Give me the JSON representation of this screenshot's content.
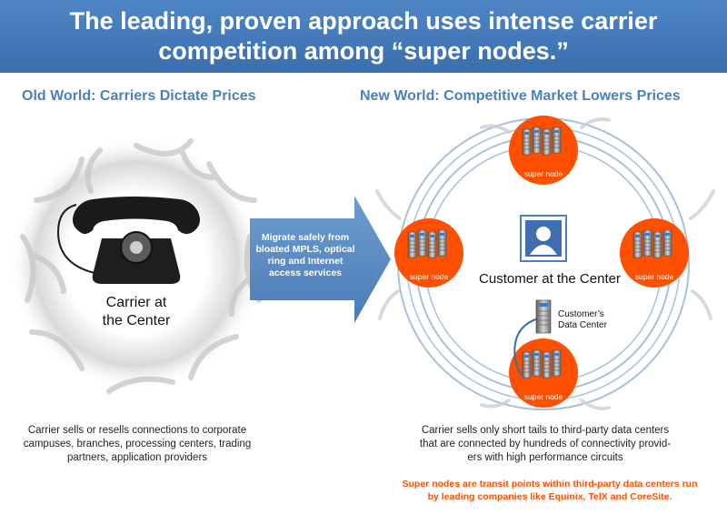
{
  "header": {
    "line1": "The leading, proven approach uses intense carrier",
    "line2": "competition among “super nodes.”"
  },
  "left": {
    "heading": "Old World: Carriers Dictate Prices",
    "center_line1": "Carrier at",
    "center_line2": "the Center",
    "caption": [
      "Carrier sells or resells connections to corporate",
      "campuses, branches, processing centers, trading",
      "partners, application providers"
    ]
  },
  "arrow": {
    "lines": [
      "Migrate safely from",
      "bloated MPLS, optical",
      "ring and Internet",
      "access services"
    ]
  },
  "right": {
    "heading": "New World: Competitive Market Lowers Prices",
    "center_label": "Customer at the Center",
    "datacenter_line1": "Customer’s",
    "datacenter_line2": "Data Center",
    "node_label": "super node",
    "caption": [
      "Carrier sells only short tails to third-party data centers",
      "that are connected by hundreds of connectivity provid-",
      "ers with high performance circuits"
    ],
    "note": [
      "Super nodes are transit points within third-party data centers run",
      "by leading companies like Equinix, TelX and CoreSite."
    ]
  },
  "colors": {
    "banner": "#3f78b8",
    "heading": "#4a7fc0",
    "node": "#ff4f00",
    "arrow": "#5b8dc4",
    "ring": "#a8c0dc",
    "note": "#ff4f00"
  },
  "icons": [
    "telephone-icon",
    "server-rack-icon",
    "user-avatar-icon"
  ]
}
